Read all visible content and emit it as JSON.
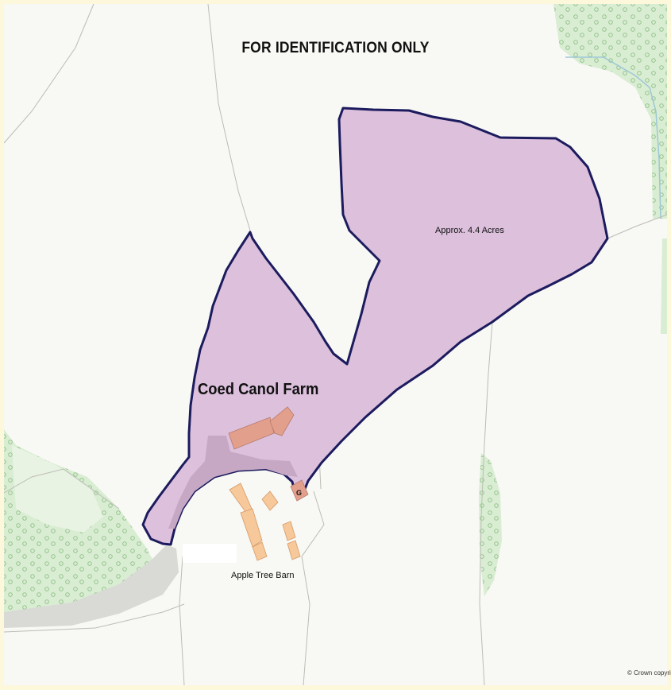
{
  "map": {
    "title": "FOR IDENTIFICATION ONLY",
    "farm_name": "Coed Canol Farm",
    "area_label": "Approx. 4.4 Acres",
    "neighbor_label": "Apple Tree Barn",
    "garage_label": "G",
    "copyright": "© Crown copyright"
  },
  "colors": {
    "frame": "#fdf8dc",
    "land": "#f8f8f4",
    "woodland": "#d9edd3",
    "woodland_dark": "#bfe0b4",
    "boundary_fill": "#dcc0dc",
    "boundary_line": "#1b1b5e",
    "farm_buildings": "#e29f8c",
    "neighbor_buildings": "#f6c89a",
    "track": "#c9c9c9",
    "stream": "#9cc7d6"
  }
}
